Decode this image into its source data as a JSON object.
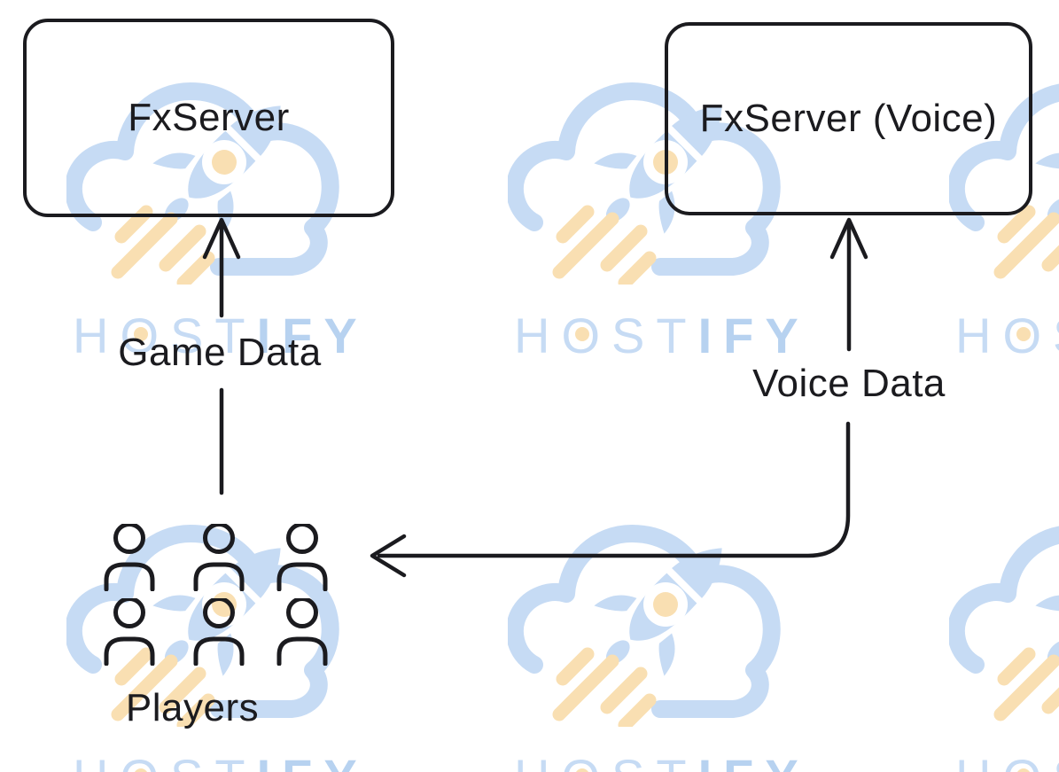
{
  "diagram": {
    "nodes": {
      "fxserver": {
        "label": "FxServer"
      },
      "fxserver_voice": {
        "label": "FxServer (Voice)"
      },
      "players": {
        "label": "Players",
        "icon": "person-icon",
        "icon_count": 6
      }
    },
    "edges": [
      {
        "id": "game_data",
        "label": "Game Data",
        "from": "players",
        "to": "fxserver",
        "arrowheads": [
          "up into FxServer"
        ]
      },
      {
        "id": "voice_data",
        "label": "Voice Data",
        "from": "players",
        "to": "fxserver_voice",
        "arrowheads": [
          "up into FxServer (Voice)",
          "left toward Players"
        ]
      }
    ]
  },
  "watermark": {
    "brand": "HOSTIFY",
    "segments": {
      "h": "H",
      "o": "O",
      "st": "ST",
      "ify": "IFY"
    },
    "logo": "cloud-rocket",
    "colors": {
      "blue": "#c6dbf4",
      "blue_bold": "#b7d2f0",
      "orange": "#f9dfb2"
    }
  },
  "style": {
    "ink": "#1b1b1f",
    "background": "#ffffff"
  }
}
